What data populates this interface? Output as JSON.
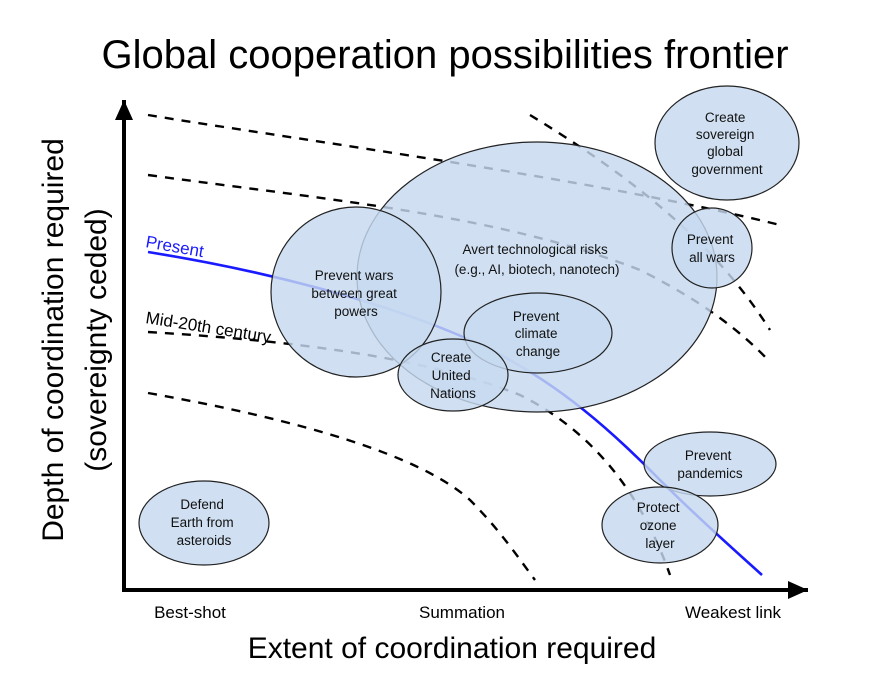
{
  "title": "Global cooperation possibilities frontier",
  "y_axis": {
    "line1": "Depth of coordination required",
    "line2": "(sovereignty ceded)"
  },
  "x_axis": {
    "title": "Extent of coordination required",
    "ticks": [
      "Best-shot",
      "Summation",
      "Weakest link"
    ]
  },
  "curves": {
    "present_label": "Present",
    "mid20_label": "Mid-20th century",
    "present_color": "#1a1aff",
    "dashed_color": "#000000"
  },
  "bubbles": {
    "avert_tech": [
      "Avert technological risks",
      "(e.g., AI, biotech, nanotech)"
    ],
    "sovereign_gov": [
      "Create",
      "sovereign",
      "global",
      "government"
    ],
    "prevent_all_wars": [
      "Prevent",
      "all wars"
    ],
    "prevent_great_power_wars": [
      "Prevent wars",
      "between great",
      "powers"
    ],
    "prevent_climate": [
      "Prevent",
      "climate",
      "change"
    ],
    "create_un": [
      "Create",
      "United",
      "Nations"
    ],
    "prevent_pandemics": [
      "Prevent",
      "pandemics"
    ],
    "protect_ozone": [
      "Protect",
      "ozone",
      "layer"
    ],
    "defend_asteroids": [
      "Defend",
      "Earth from",
      "asteroids"
    ],
    "fill_color": "#c6d9ef"
  }
}
